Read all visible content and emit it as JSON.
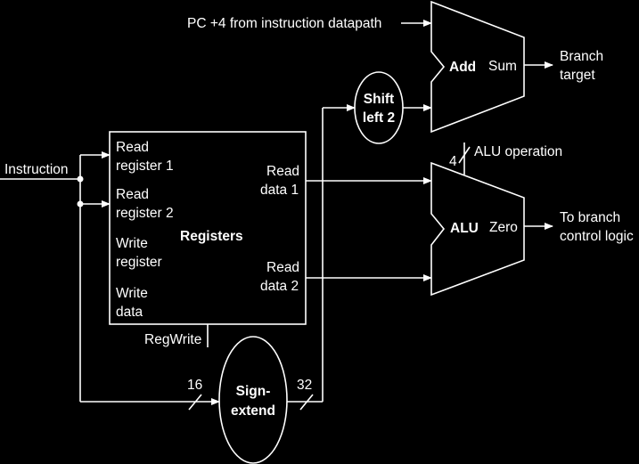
{
  "labels": {
    "pc4": "PC +4 from instruction datapath",
    "instruction": "Instruction",
    "add": "Add",
    "sum": "Sum",
    "branch_target_1": "Branch",
    "branch_target_2": "target",
    "shift_1": "Shift",
    "shift_2": "left 2",
    "alu_operation": "ALU operation",
    "alu_op_width": "4",
    "alu": "ALU",
    "zero": "Zero",
    "to_branch_1": "To branch",
    "to_branch_2": "control logic",
    "registers": "Registers",
    "read_reg1_a": "Read",
    "read_reg1_b": "register 1",
    "read_reg2_a": "Read",
    "read_reg2_b": "register 2",
    "write_reg_a": "Write",
    "write_reg_b": "register",
    "write_data_a": "Write",
    "write_data_b": "data",
    "read_data1_a": "Read",
    "read_data1_b": "data 1",
    "read_data2_a": "Read",
    "read_data2_b": "data 2",
    "regwrite": "RegWrite",
    "sign_1": "Sign-",
    "sign_2": "extend",
    "width_in": "16",
    "width_out": "32"
  }
}
